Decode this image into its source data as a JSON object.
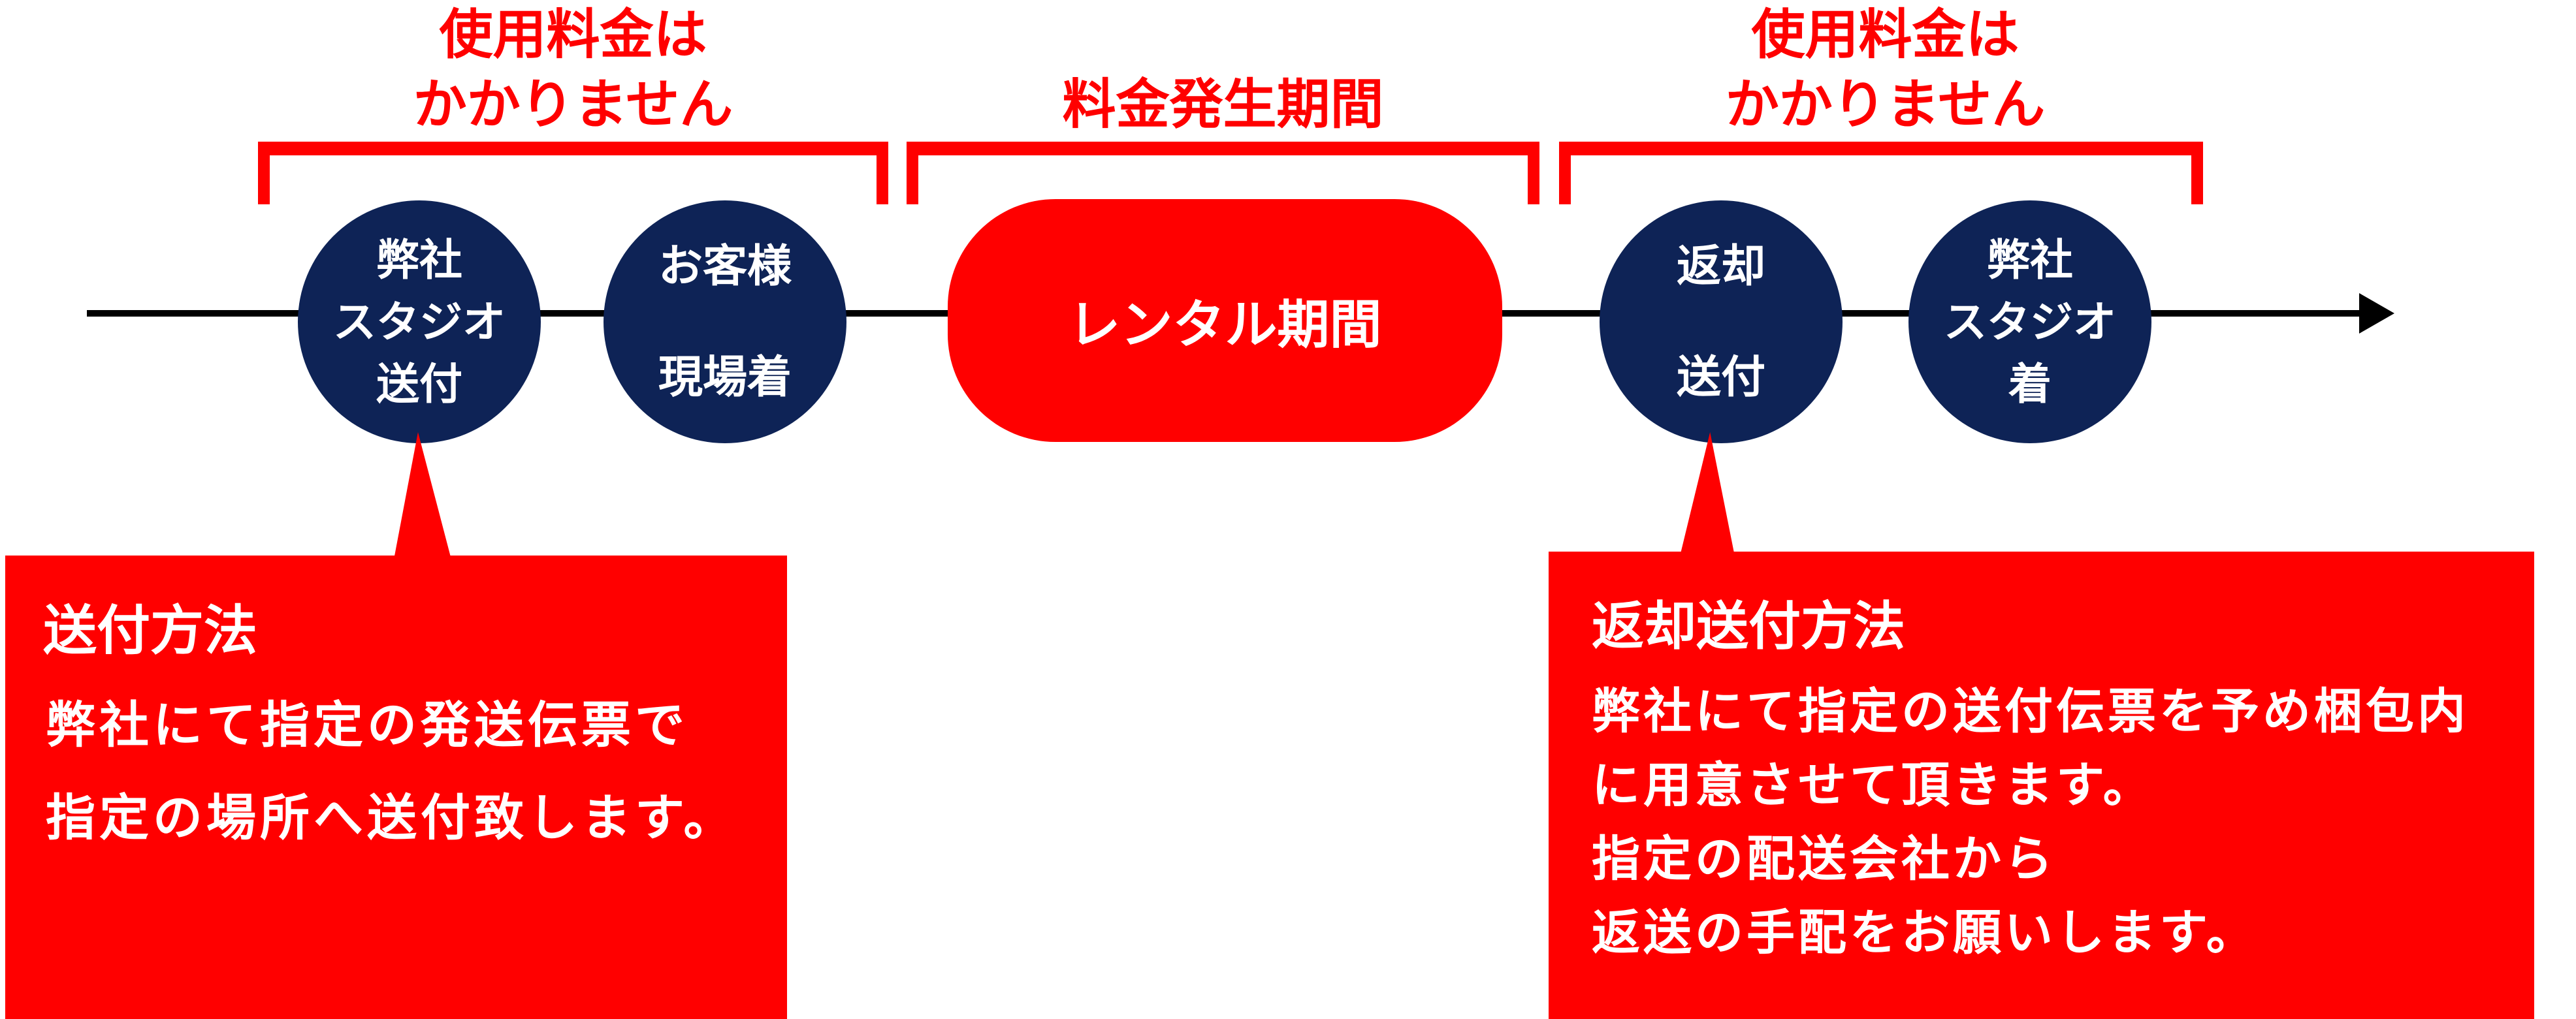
{
  "colors": {
    "accent_red": "#FF0000",
    "node_navy": "#0E2356",
    "line_black": "#000000",
    "text_white": "#FFFFFF"
  },
  "top_labels": {
    "left_no_charge": {
      "line1": "使用料金は",
      "line2": "かかりません"
    },
    "center_charge_period": {
      "line1": "料金発生期間"
    },
    "right_no_charge": {
      "line1": "使用料金は",
      "line2": "かかりません"
    }
  },
  "timeline": {
    "direction": "left-to-right",
    "nodes": [
      {
        "id": "studio-ship",
        "label_lines": [
          "弊社",
          "スタジオ",
          "送付"
        ]
      },
      {
        "id": "customer-site",
        "label_lines": [
          "お客様",
          "現場着"
        ]
      },
      {
        "id": "rental-period",
        "label_lines": [
          "レンタル期間"
        ]
      },
      {
        "id": "return-ship",
        "label_lines": [
          "返却",
          "送付"
        ]
      },
      {
        "id": "studio-arrive",
        "label_lines": [
          "弊社",
          "スタジオ",
          "着"
        ]
      }
    ]
  },
  "callouts": {
    "left": {
      "title": "送付方法",
      "body": [
        "弊社にて指定の発送伝票で",
        "指定の場所へ送付致します。"
      ]
    },
    "right": {
      "title": "返却送付方法",
      "body": [
        "弊社にて指定の送付伝票を予め梱包内",
        "に用意させて頂きます。",
        "指定の配送会社から",
        "返送の手配をお願いします。"
      ]
    }
  }
}
